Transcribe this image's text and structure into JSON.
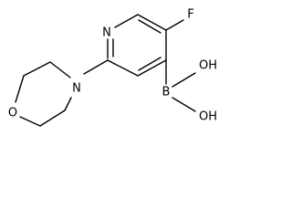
{
  "molecule": {
    "atoms": {
      "fluorine": "F",
      "ring_nitrogen": "N",
      "morpholine_nitrogen": "N",
      "morpholine_oxygen": "O",
      "boron": "B",
      "hydroxyl_top": "OH",
      "hydroxyl_bottom": "OH"
    }
  }
}
